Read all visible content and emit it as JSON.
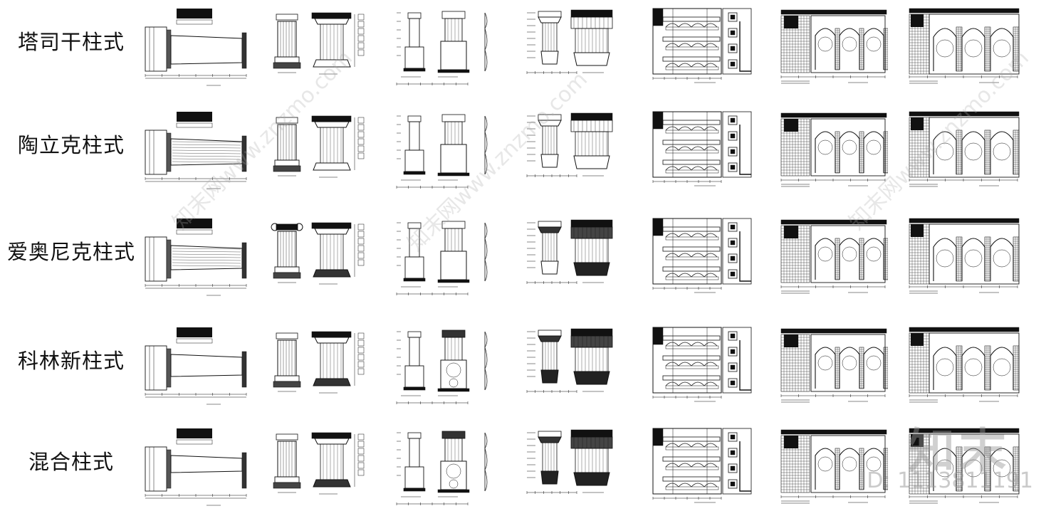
{
  "rows": [
    {
      "label": "塔司干柱式"
    },
    {
      "label": "陶立克柱式"
    },
    {
      "label": "爱奥尼克柱式"
    },
    {
      "label": "科林新柱式"
    },
    {
      "label": "混合柱式"
    }
  ],
  "drawing_types": [
    "column-elevation",
    "column-detail",
    "pedestal-column-elevation",
    "entablature-detail",
    "colonnade-plan-elevation",
    "arcade-elevation",
    "arcade-pedestal-elevation"
  ],
  "watermark": {
    "logo": "知末",
    "id": "ID: 1113811191",
    "site": "知末网www.znzmo.com"
  },
  "colors": {
    "ink": "#111111",
    "background": "#ffffff",
    "watermark": "#969696"
  }
}
